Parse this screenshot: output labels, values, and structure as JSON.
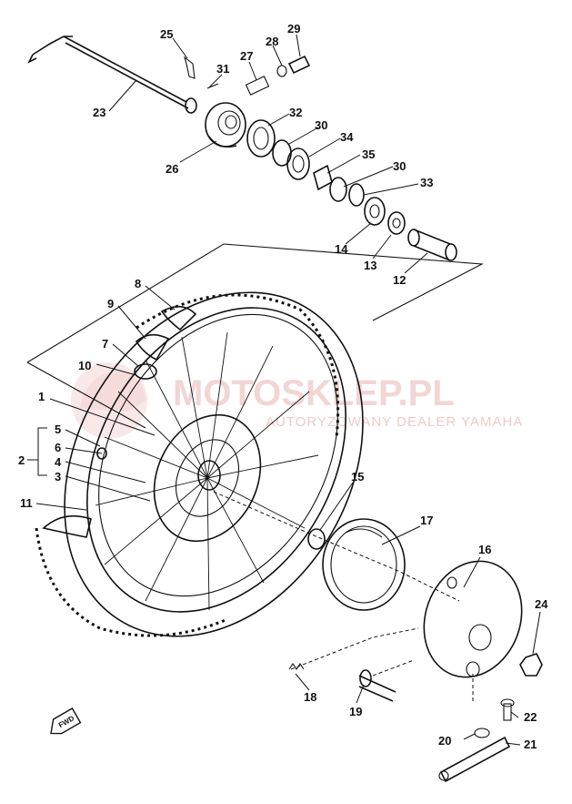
{
  "watermark": {
    "brand": "MOTOSKLEP.PL",
    "subtitle": "AUTORYZOWANY DEALER YAMAHA",
    "color": "#e8b4b4"
  },
  "badge": {
    "text": "FWD"
  },
  "callouts": [
    "1",
    "2",
    "3",
    "4",
    "5",
    "6",
    "7",
    "8",
    "9",
    "10",
    "11",
    "12",
    "13",
    "14",
    "15",
    "16",
    "17",
    "18",
    "19",
    "20",
    "21",
    "22",
    "23",
    "24",
    "25",
    "26",
    "27",
    "28",
    "29",
    "30",
    "30",
    "31",
    "32",
    "33",
    "34",
    "35"
  ]
}
